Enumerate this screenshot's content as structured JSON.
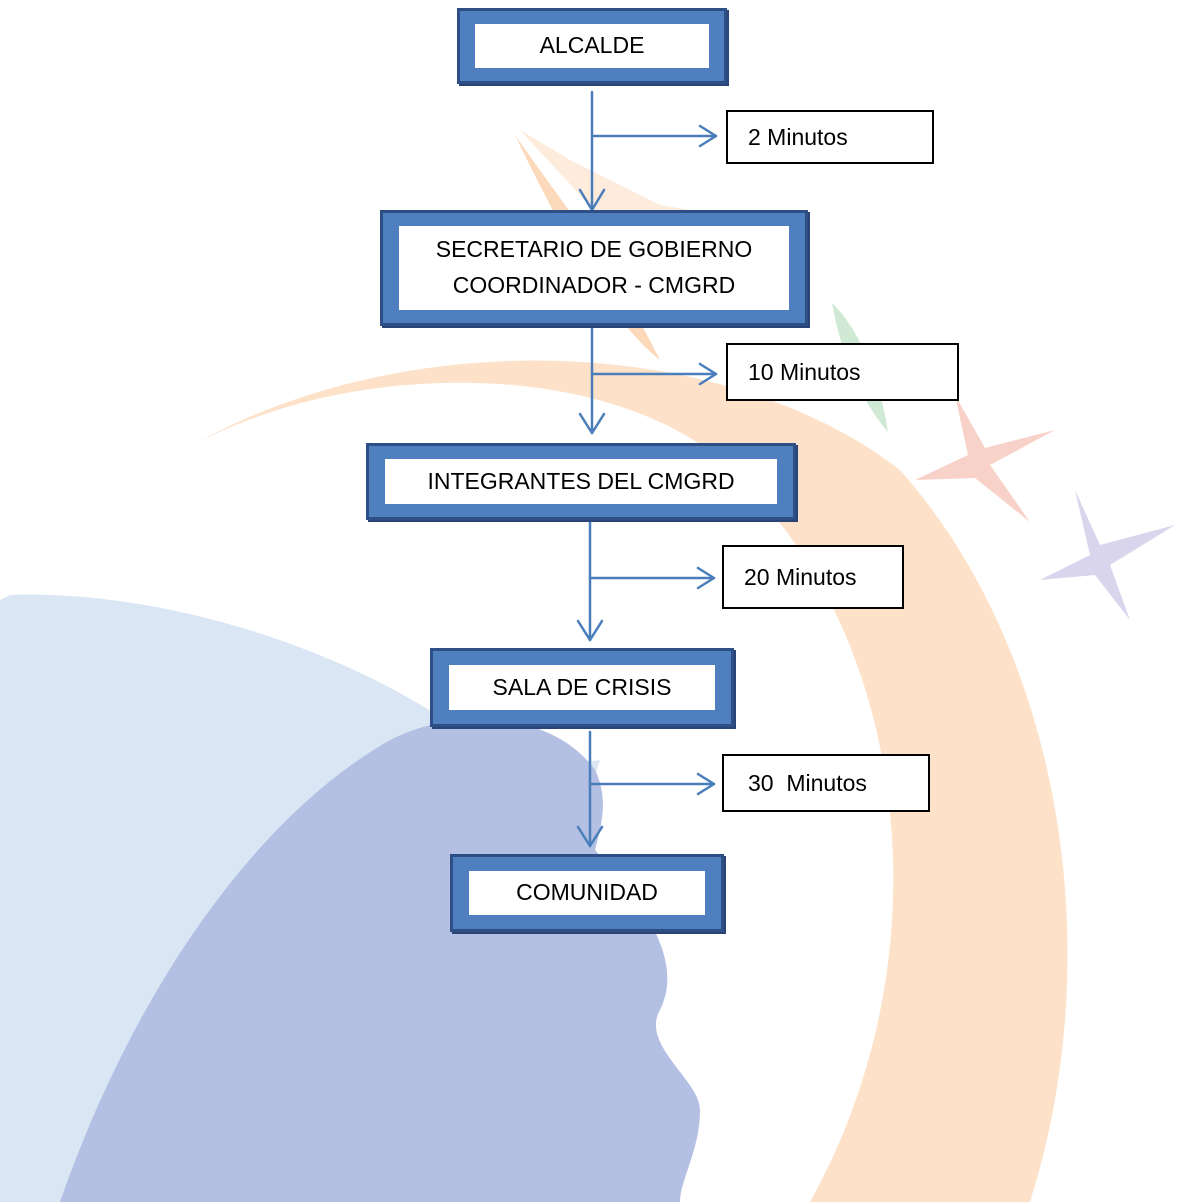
{
  "nodes": {
    "alcalde": "ALCALDE",
    "secretario_line1": "SECRETARIO DE GOBIERNO",
    "secretario_line2": "COORDINADOR - CMGRD",
    "integrantes": "INTEGRANTES DEL CMGRD",
    "sala": "SALA DE CRISIS",
    "comunidad": "COMUNIDAD"
  },
  "times": {
    "t1": "2 Minutos",
    "t2": "10 Minutos",
    "t3": "20 Minutos",
    "t4": "30  Minutos"
  },
  "colors": {
    "box_fill": "#4f7fbf",
    "box_border": "#2d4f86",
    "arrow": "#4a7ebb",
    "bg_blue_light": "#d5e4f3",
    "bg_blue_dark": "#b3bfe3",
    "bg_orange": "#fcd7b6",
    "bg_green": "#cfe9d4",
    "bg_star_red": "#f8cdc4",
    "bg_star_purple": "#d3d0ea"
  }
}
